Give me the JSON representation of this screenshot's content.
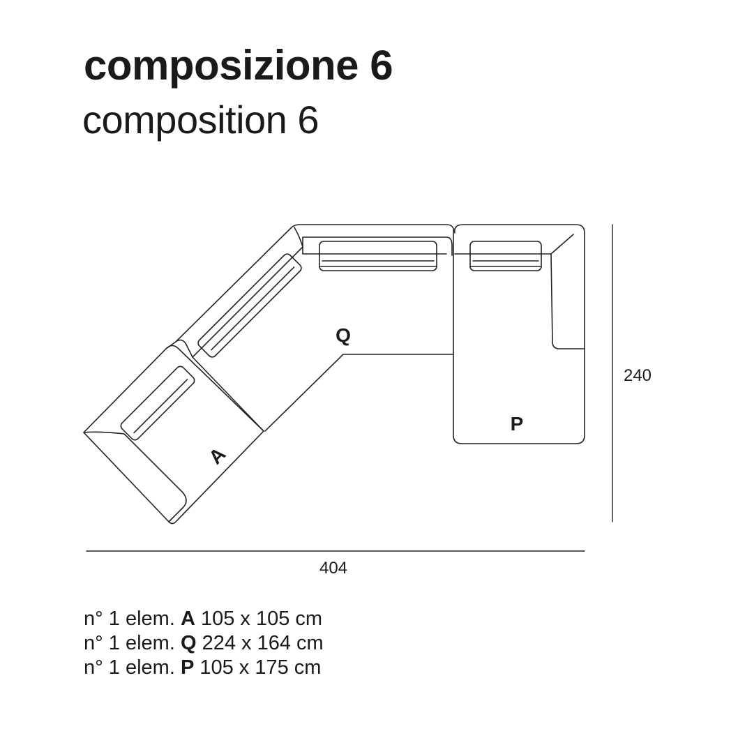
{
  "title_it": "composizione 6",
  "title_en": "composition 6",
  "dimensions": {
    "width": "404",
    "depth": "240"
  },
  "modules": [
    {
      "code": "A",
      "label": "A"
    },
    {
      "code": "Q",
      "label": "Q"
    },
    {
      "code": "P",
      "label": "P"
    }
  ],
  "elements": [
    {
      "prefix": "n° 1 elem.",
      "code": "A",
      "size": "105 x 105 cm"
    },
    {
      "prefix": "n° 1 elem.",
      "code": "Q",
      "size": "224 x 164 cm"
    },
    {
      "prefix": "n° 1 elem.",
      "code": "P",
      "size": "105 x 175 cm"
    }
  ]
}
